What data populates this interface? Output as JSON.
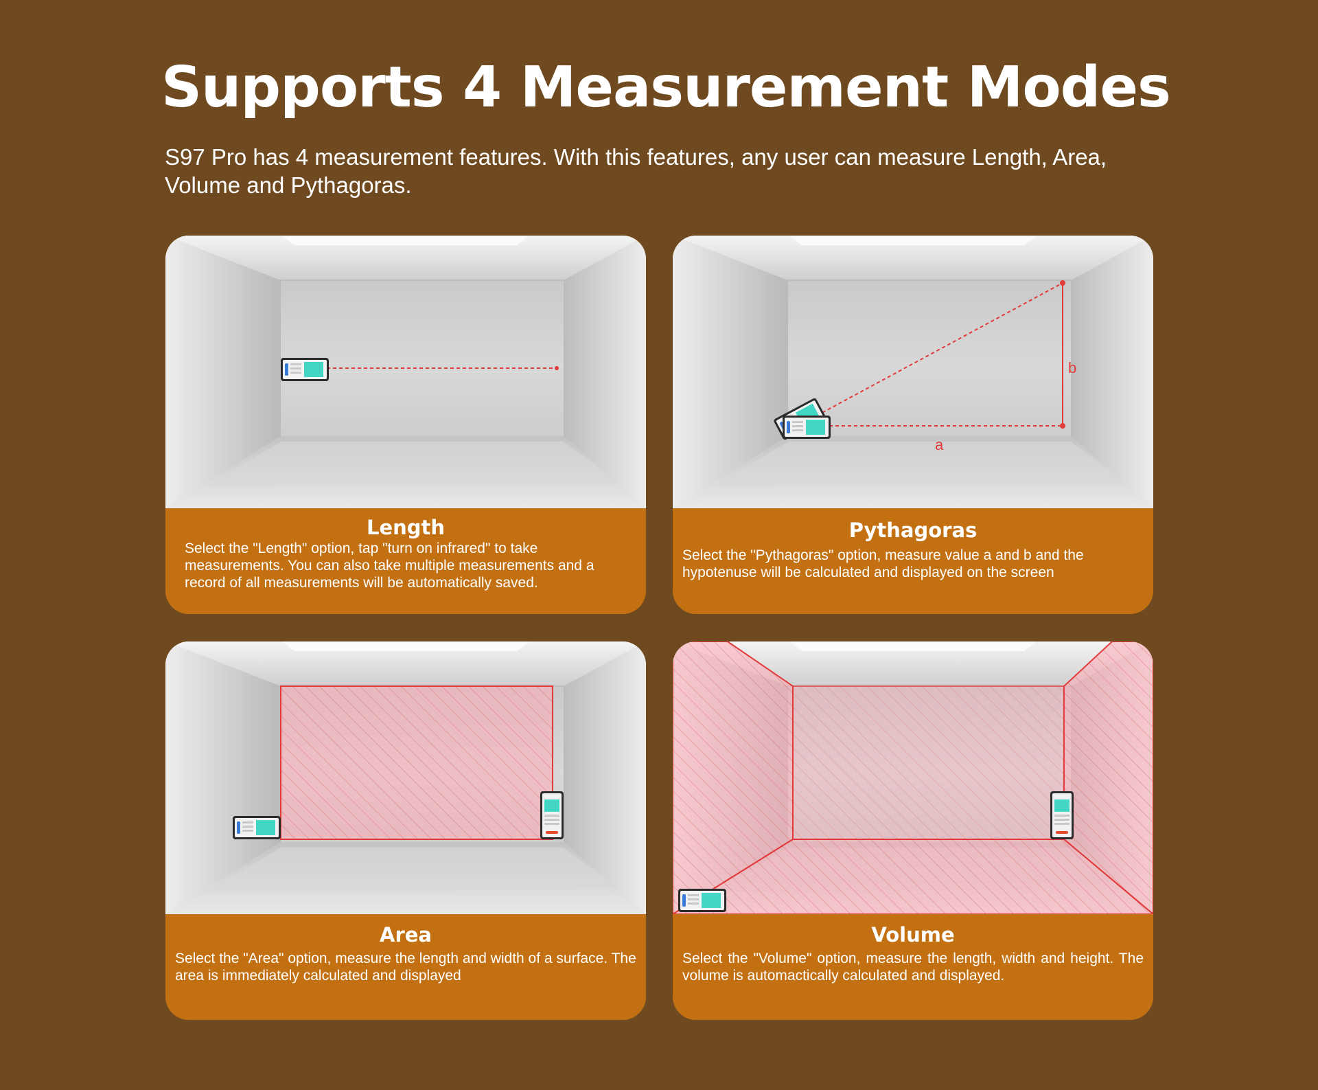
{
  "header": {
    "title": "Supports 4 Measurement Modes",
    "intro": "S97 Pro has 4 measurement features. With this features, any user can measure Length, Area, Volume and Pythagoras."
  },
  "colors": {
    "background": "#6f4a20",
    "card_caption": "#c27012",
    "laser_red": "#e23a3a",
    "device_screen": "#43d6c4"
  },
  "cards": [
    {
      "title": "Length",
      "description": "Select the \"Length\" option, tap \"turn on infrared\" to take measurements. You can also take multiple measurements and a record of all measurements will be automatically saved."
    },
    {
      "title": "Pythagoras",
      "description": "Select the \"Pythagoras\" option, measure value a and b and the hypotenuse will be calculated and displayed on the screen",
      "labels": {
        "a": "a",
        "b": "b"
      }
    },
    {
      "title": "Area",
      "description": "Select the \"Area\" option, measure the length and width of a surface. The area is immediately calculated and displayed"
    },
    {
      "title": "Volume",
      "description": "Select the \"Volume\" option, measure the length, width and height. The volume is automactically calculated and displayed."
    }
  ]
}
